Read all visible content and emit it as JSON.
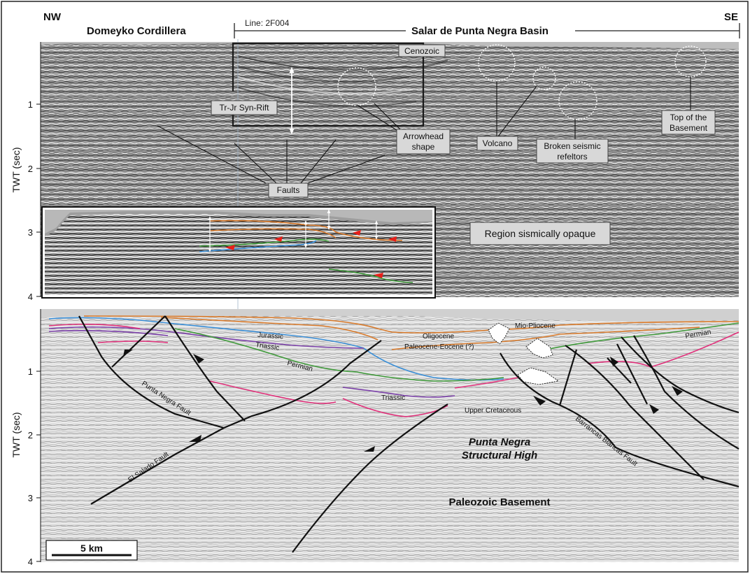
{
  "header": {
    "nw": "NW",
    "se": "SE",
    "left_region": "Domeyko Cordillera",
    "line_label": "Line: 2F004",
    "right_region": "Salar de Punta Negra Basin"
  },
  "top_panel": {
    "y_axis_label": "TWT (sec)",
    "y_ticks": [
      "1",
      "2",
      "3",
      "4"
    ],
    "annotations": {
      "cenozoic": "Cenozoic",
      "syn_rift": "Tr-Jr Syn-Rift",
      "arrowhead": [
        "Arrowhead",
        "shape"
      ],
      "volcano": "Volcano",
      "broken": [
        "Broken seismic",
        "refeltors"
      ],
      "top_basement": [
        "Top of the",
        "Basement"
      ],
      "faults": "Faults",
      "opaque": "Region sismically opaque"
    }
  },
  "bottom_panel": {
    "y_axis_label": "TWT (sec)",
    "y_ticks": [
      "1",
      "2",
      "3",
      "4"
    ],
    "labels": {
      "jurassic": "Jurassic",
      "triassic_upper": "Triassic",
      "permian_left": "Permian",
      "triassic_lower": "Triassic",
      "oligocene": "Oligocene",
      "mio_pliocene": "Mio-Pliocene",
      "paleocene": "Paleocene-Eocene (?)",
      "upper_cretaceous": "Upper Cretaceous",
      "permian_right": "Permian",
      "punta_negra_fault": "Punta Negra Fault",
      "el_salado_fault": "El Salado Fault",
      "barrancas_fault": "Barrancas Blancas Fault",
      "structural_high": [
        "Punta Negra",
        "Structural High"
      ],
      "basement": "Paleozoic Basement"
    },
    "scale_bar": "5 km"
  },
  "colors": {
    "orange": "#d97a2a",
    "blue": "#3a8fd8",
    "purple": "#7a3fa8",
    "green": "#3f9a3a",
    "magenta": "#e0307a",
    "fault": "#111111",
    "red_arrow": "#e8201a"
  }
}
